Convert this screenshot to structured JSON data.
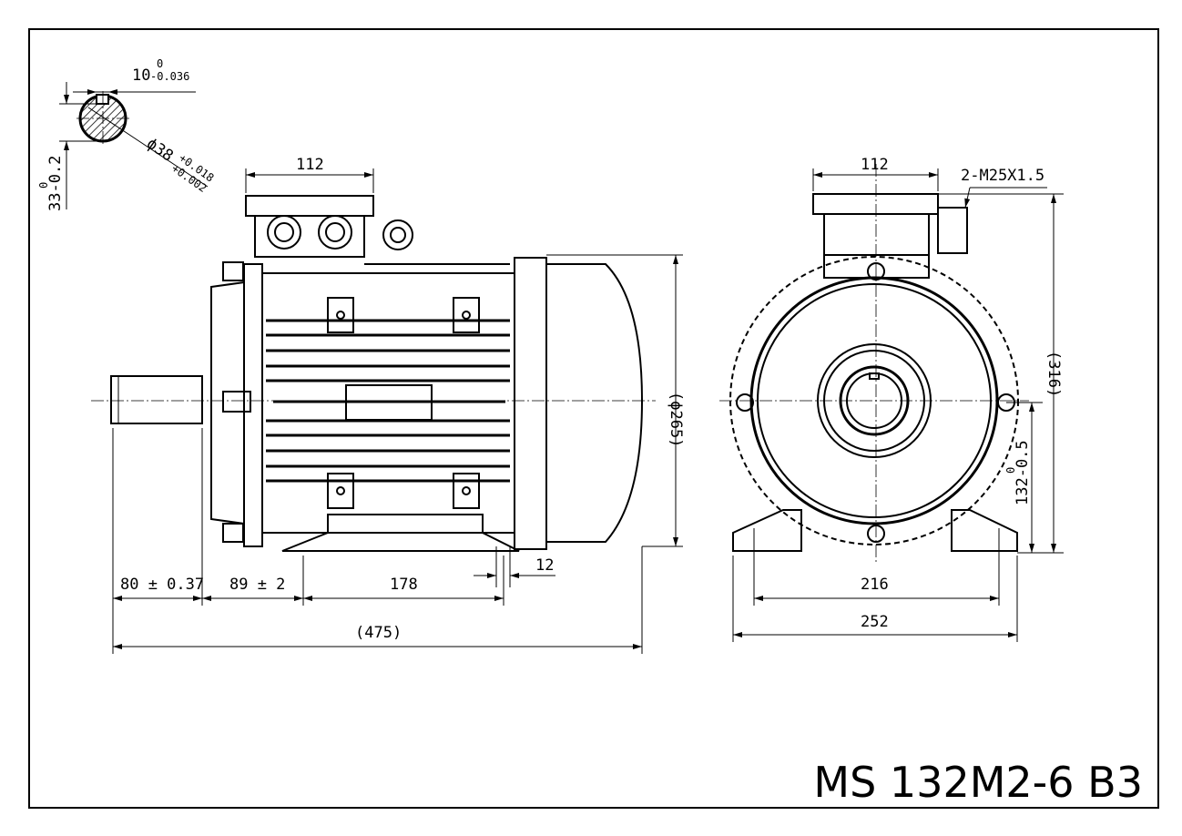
{
  "title": "MS 132M2-6 B3",
  "shaft_section": {
    "key_width": "10",
    "key_width_upper": "0",
    "key_width_lower": "-0.036",
    "diameter": "ϕ38",
    "diameter_upper": "+0.018",
    "diameter_lower": "+0.002",
    "key_height": "33-0.2",
    "key_height_upper": "0"
  },
  "side_view": {
    "terminal_box_width": "112",
    "fan_cover_diameter": "(ϕ265)",
    "shaft_length": "80 ± 0.37",
    "shaft_to_foot": "89 ± 2",
    "foot_hole_spacing": "178",
    "foot_thickness": "12",
    "overall_length": "(475)"
  },
  "front_view": {
    "terminal_box_width": "112",
    "cable_gland": "2-M25X1.5",
    "overall_height": "(316)",
    "shaft_height": "132-0.5",
    "shaft_height_upper": "0",
    "foot_hole_spacing": "216",
    "overall_width": "252"
  }
}
